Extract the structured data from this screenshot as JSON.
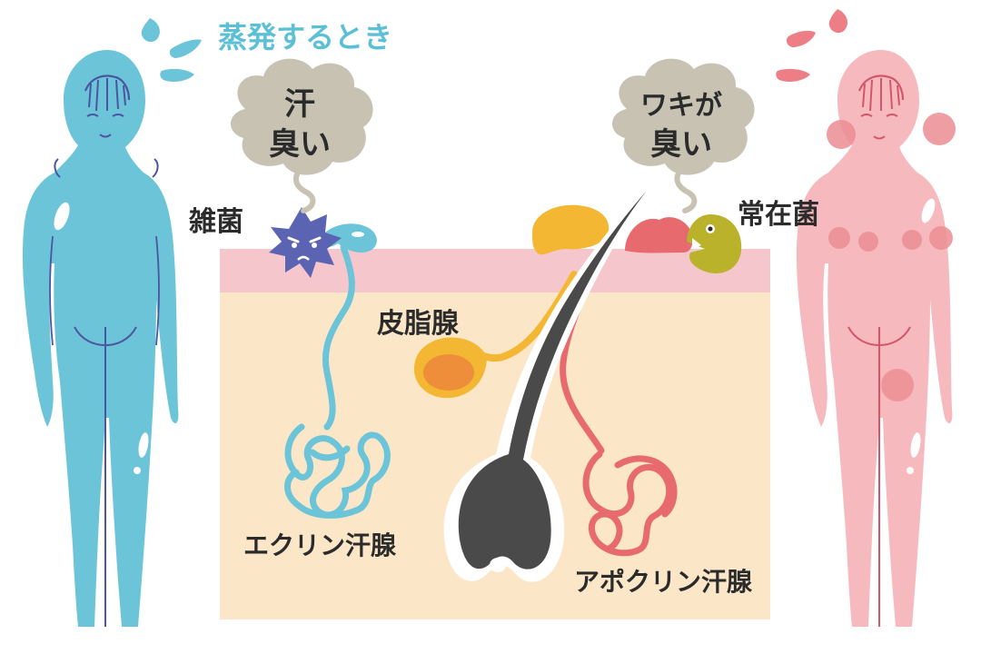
{
  "diagram": {
    "top_caption": "蒸発するとき",
    "cloud_left": {
      "line1": "汗",
      "line2": "臭い"
    },
    "cloud_right": {
      "line1": "ワキが",
      "line2": "臭い"
    },
    "labels": {
      "misc_bacteria": "雑菌",
      "resident_bacteria": "常在菌",
      "sebaceous_gland": "皮脂腺",
      "eccrine_gland": "エクリン汗腺",
      "apocrine_gland": "アポクリン汗腺"
    },
    "colors": {
      "blue_figure": "#6cc4d9",
      "pink_figure": "#f6b9bd",
      "skin_surface": "#f5c6cc",
      "dermis": "#fbe7c7",
      "eccrine": "#6cc4d9",
      "apocrine": "#e76a6f",
      "sebaceous": "#f3b733",
      "hair": "#4a4a4a",
      "cloud": "#c8c2b3",
      "bacteria_blue": "#5a64b2",
      "bacteria_green": "#b9b22a"
    }
  }
}
